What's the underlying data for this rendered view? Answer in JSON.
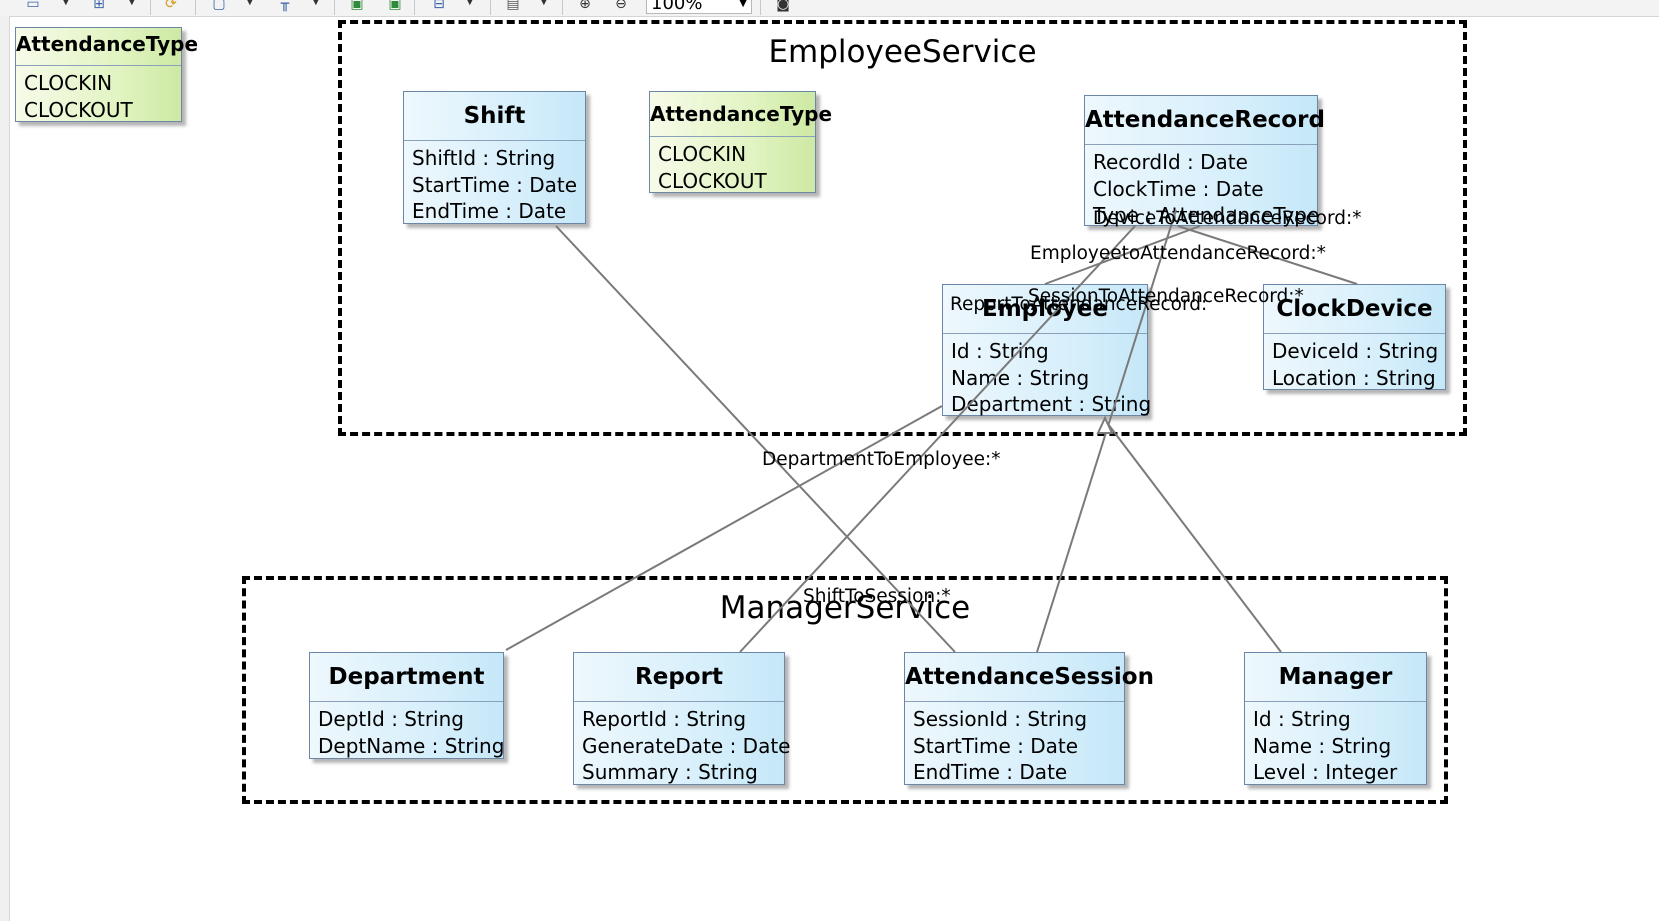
{
  "toolbar": {
    "zoom_value": "100%"
  },
  "legend_enum": {
    "name": "AttendanceType",
    "literals": [
      "CLOCKIN",
      "CLOCKOUT"
    ]
  },
  "packages": {
    "employee_service": {
      "title": "EmployeeService",
      "classes": {
        "shift": {
          "name": "Shift",
          "attributes": [
            "ShiftId : String",
            "StartTime : Date",
            "EndTime : Date"
          ]
        },
        "attendance_type": {
          "name": "AttendanceType",
          "literals": [
            "CLOCKIN",
            "CLOCKOUT"
          ]
        },
        "attendance_record": {
          "name": "AttendanceRecord",
          "attributes": [
            "RecordId : Date",
            "ClockTime : Date",
            "Type : AttendanceType"
          ]
        },
        "employee": {
          "name": "Employee",
          "attributes": [
            "Id : String",
            "Name : String",
            "Department : String"
          ]
        },
        "clock_device": {
          "name": "ClockDevice",
          "attributes": [
            "DeviceId : String",
            "Location : String"
          ]
        }
      }
    },
    "manager_service": {
      "title": "ManagerService",
      "classes": {
        "department": {
          "name": "Department",
          "attributes": [
            "DeptId : String",
            "DeptName : String"
          ]
        },
        "report": {
          "name": "Report",
          "attributes": [
            "ReportId : String",
            "GenerateDate : Date",
            "Summary : String"
          ]
        },
        "attendance_session": {
          "name": "AttendanceSession",
          "attributes": [
            "SessionId : String",
            "StartTime : Date",
            "EndTime : Date"
          ]
        },
        "manager": {
          "name": "Manager",
          "attributes": [
            "Id : String",
            "Name : String",
            "Level : Integer"
          ]
        }
      }
    }
  },
  "associations": {
    "device_to_attendance_record": "DeviceToAttendanceRecord:*",
    "employee_to_attendance_record": "EmployeetoAttendanceRecord:*",
    "session_to_attendance_record": "SessionToAttendanceRecord:*",
    "report_to_attendance_record": "ReportToAttendanceRecord:",
    "department_to_employee": "DepartmentToEmployee:*",
    "shift_to_session": "ShiftToSession:*"
  },
  "colors": {
    "class_fill": "#d4eefb",
    "enum_fill": "#e2f4c3",
    "class_border": "#6c86a8",
    "line": "#7a7a7a"
  }
}
